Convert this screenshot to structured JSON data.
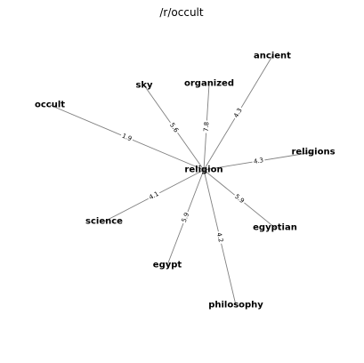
{
  "title": "/r/occult",
  "center": {
    "id": "religion",
    "label": "religion"
  },
  "nodes": [
    {
      "id": "ancient",
      "label": "ancient"
    },
    {
      "id": "organized",
      "label": "organized"
    },
    {
      "id": "sky",
      "label": "sky"
    },
    {
      "id": "occult",
      "label": "occult"
    },
    {
      "id": "religions",
      "label": "religions"
    },
    {
      "id": "science",
      "label": "science"
    },
    {
      "id": "egyptian",
      "label": "egyptian"
    },
    {
      "id": "egypt",
      "label": "egypt"
    },
    {
      "id": "philosophy",
      "label": "philosophy"
    }
  ],
  "edges": [
    {
      "from": "religion",
      "to": "ancient",
      "weight": "4.3"
    },
    {
      "from": "religion",
      "to": "organized",
      "weight": "7.8"
    },
    {
      "from": "religion",
      "to": "sky",
      "weight": "5.6"
    },
    {
      "from": "religion",
      "to": "occult",
      "weight": "1.9"
    },
    {
      "from": "religion",
      "to": "religions",
      "weight": "4.3"
    },
    {
      "from": "religion",
      "to": "science",
      "weight": "4.1"
    },
    {
      "from": "religion",
      "to": "egyptian",
      "weight": "5.9"
    },
    {
      "from": "religion",
      "to": "egypt",
      "weight": "5.9"
    },
    {
      "from": "religion",
      "to": "philosophy",
      "weight": "4.2"
    }
  ]
}
